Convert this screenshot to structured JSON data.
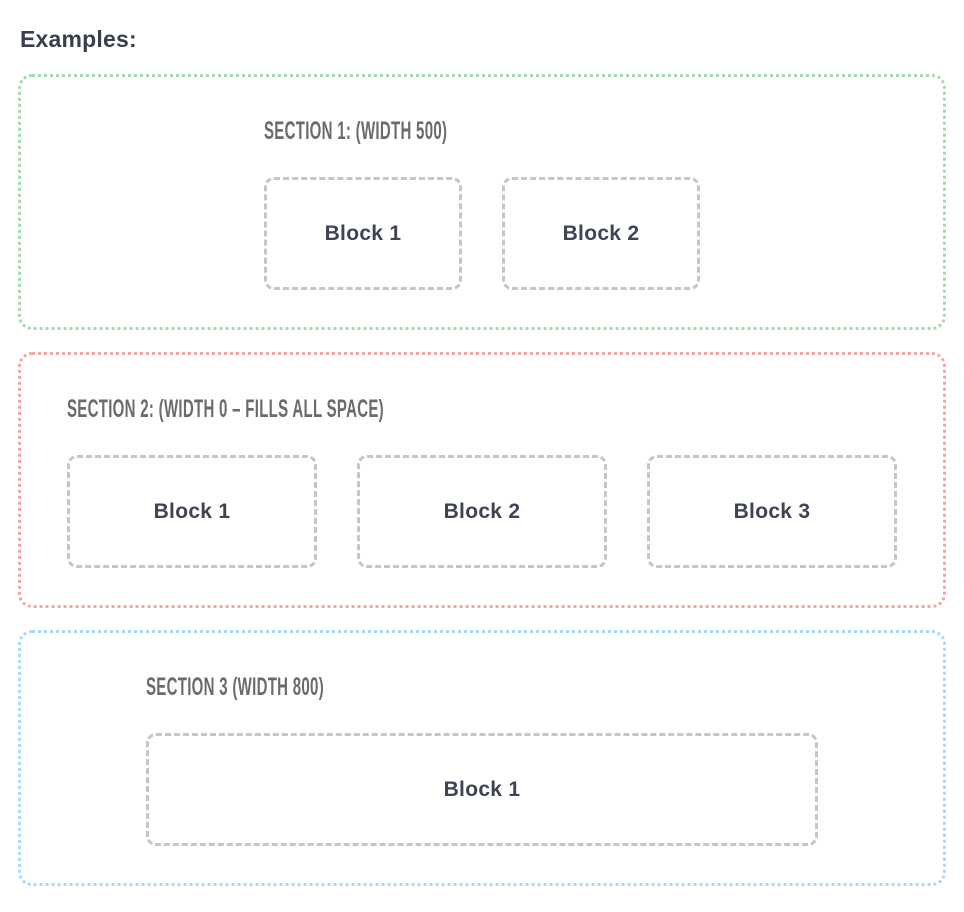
{
  "page": {
    "heading": "Examples:"
  },
  "colors": {
    "heading_text": "#3a3f4f",
    "section_title_text": "#6b6b6b",
    "block_text": "#3e4356",
    "block_border": "#c6c6c8",
    "section1_border": "#a7d9ab",
    "section2_border": "#f2a7a3",
    "section3_border": "#a5daf8",
    "background": "#ffffff"
  },
  "sections": [
    {
      "title": "SECTION 1: (WIDTH 500)",
      "blocks": [
        "Block 1",
        "Block 2"
      ]
    },
    {
      "title": "SECTION 2: (WIDTH 0 – FILLS ALL SPACE)",
      "blocks": [
        "Block 1",
        "Block 2",
        "Block 3"
      ]
    },
    {
      "title": "SECTION 3 (WIDTH 800)",
      "blocks": [
        "Block 1"
      ]
    }
  ]
}
